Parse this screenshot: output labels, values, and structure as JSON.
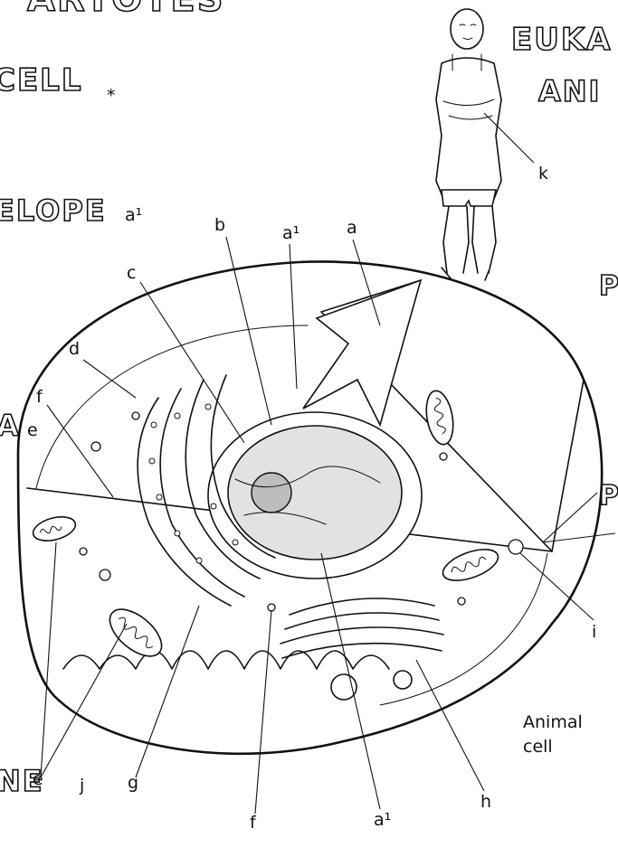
{
  "headings": {
    "top": "ARYOTES",
    "cell": "CELL",
    "cell_mark": "*",
    "envelope": "ELOPE",
    "envelope_label": "a¹",
    "er": "A",
    "er_label": "e",
    "membrane": "NE",
    "membrane_label": "j",
    "euka": "EUKA",
    "anim": "ANI",
    "right_p1": "P",
    "right_p2": "P"
  },
  "labels": {
    "a": "a",
    "a1_top": "a¹",
    "b": "b",
    "c": "c",
    "d": "d",
    "f_left": "f",
    "e": "e",
    "g": "g",
    "f_bottom": "f",
    "a1_bottom": "a¹",
    "h": "h",
    "i": "i",
    "k": "k"
  },
  "caption": {
    "line1": "Animal",
    "line2": "cell"
  }
}
